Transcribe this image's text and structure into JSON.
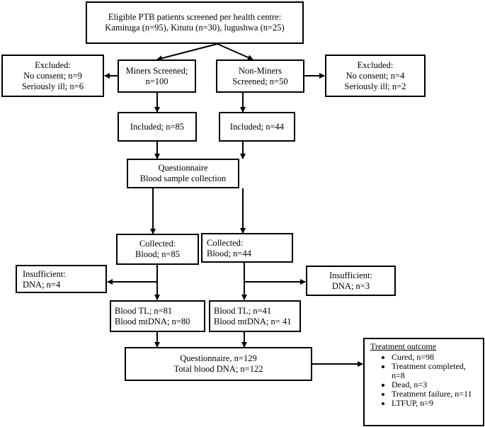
{
  "boxes": {
    "top": [
      "Eligible PTB patients screened per health centre:",
      "Kamituga (n=95), Kitutu (n=30), lugushwa (n=25)"
    ],
    "excluded_left": [
      "Excluded:",
      "No consent; n=9",
      "Seriously ill; n=6"
    ],
    "miners_screened": [
      "Miners Screened;",
      "n=100"
    ],
    "nonminers_screened": [
      "Non-Miners",
      "Screened; n=50"
    ],
    "excluded_right": [
      "Excluded:",
      "No consent; n=4",
      "Seriously ill; n=2"
    ],
    "included_left": [
      "Included; n=85"
    ],
    "included_right": [
      "Included; n=44"
    ],
    "questionnaire": [
      "Questionnaire",
      "Blood sample collection"
    ],
    "collected_left": [
      "Collected:",
      "Blood; n=85"
    ],
    "collected_right": [
      "Collected:",
      "Blood; n=44"
    ],
    "insufficient_left": [
      "Insufficient:",
      "DNA; n=4"
    ],
    "insufficient_right": [
      "Insufficient:",
      "DNA; n=3"
    ],
    "tl_left": [
      "Blood TL; n=81",
      "Blood mtDNA; n=80"
    ],
    "tl_right": [
      "Blood TL; n=41",
      "Blood mtDNA; n= 41"
    ],
    "final": [
      "Questionnaire, n=129",
      "Total blood DNA; n=122"
    ]
  },
  "outcome": {
    "title": "Treatment outcome",
    "items": [
      "Cured, n=98",
      "Treatment completed, n=8",
      "Dead, n=3",
      "Treatment failure, n=11",
      "LTFUP, n=9"
    ]
  }
}
